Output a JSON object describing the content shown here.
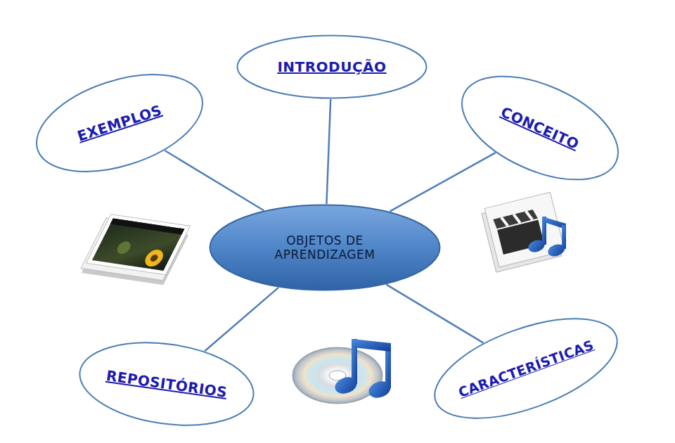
{
  "diagram": {
    "nodes": [
      {
        "text": [
          "INTRODUÇÃO"
        ]
      },
      {
        "text": [
          "EXEMPLOS"
        ]
      },
      {
        "text": [
          "CONCEITO"
        ]
      },
      {
        "text": [
          "OBJETOS DE APRENDIZAGEM"
        ]
      },
      {
        "text": [
          "REPOSITÓRIOS"
        ]
      },
      {
        "text": [
          "CARACTERÍSTICAS"
        ]
      }
    ],
    "edges": [
      {
        "from": 3,
        "to": 0,
        "arrow": "none"
      },
      {
        "from": 3,
        "to": 1,
        "arrow": "none"
      },
      {
        "from": 3,
        "to": 2,
        "arrow": "none"
      },
      {
        "from": 3,
        "to": 4,
        "arrow": "none"
      },
      {
        "from": 3,
        "to": 5,
        "arrow": "none"
      }
    ]
  }
}
